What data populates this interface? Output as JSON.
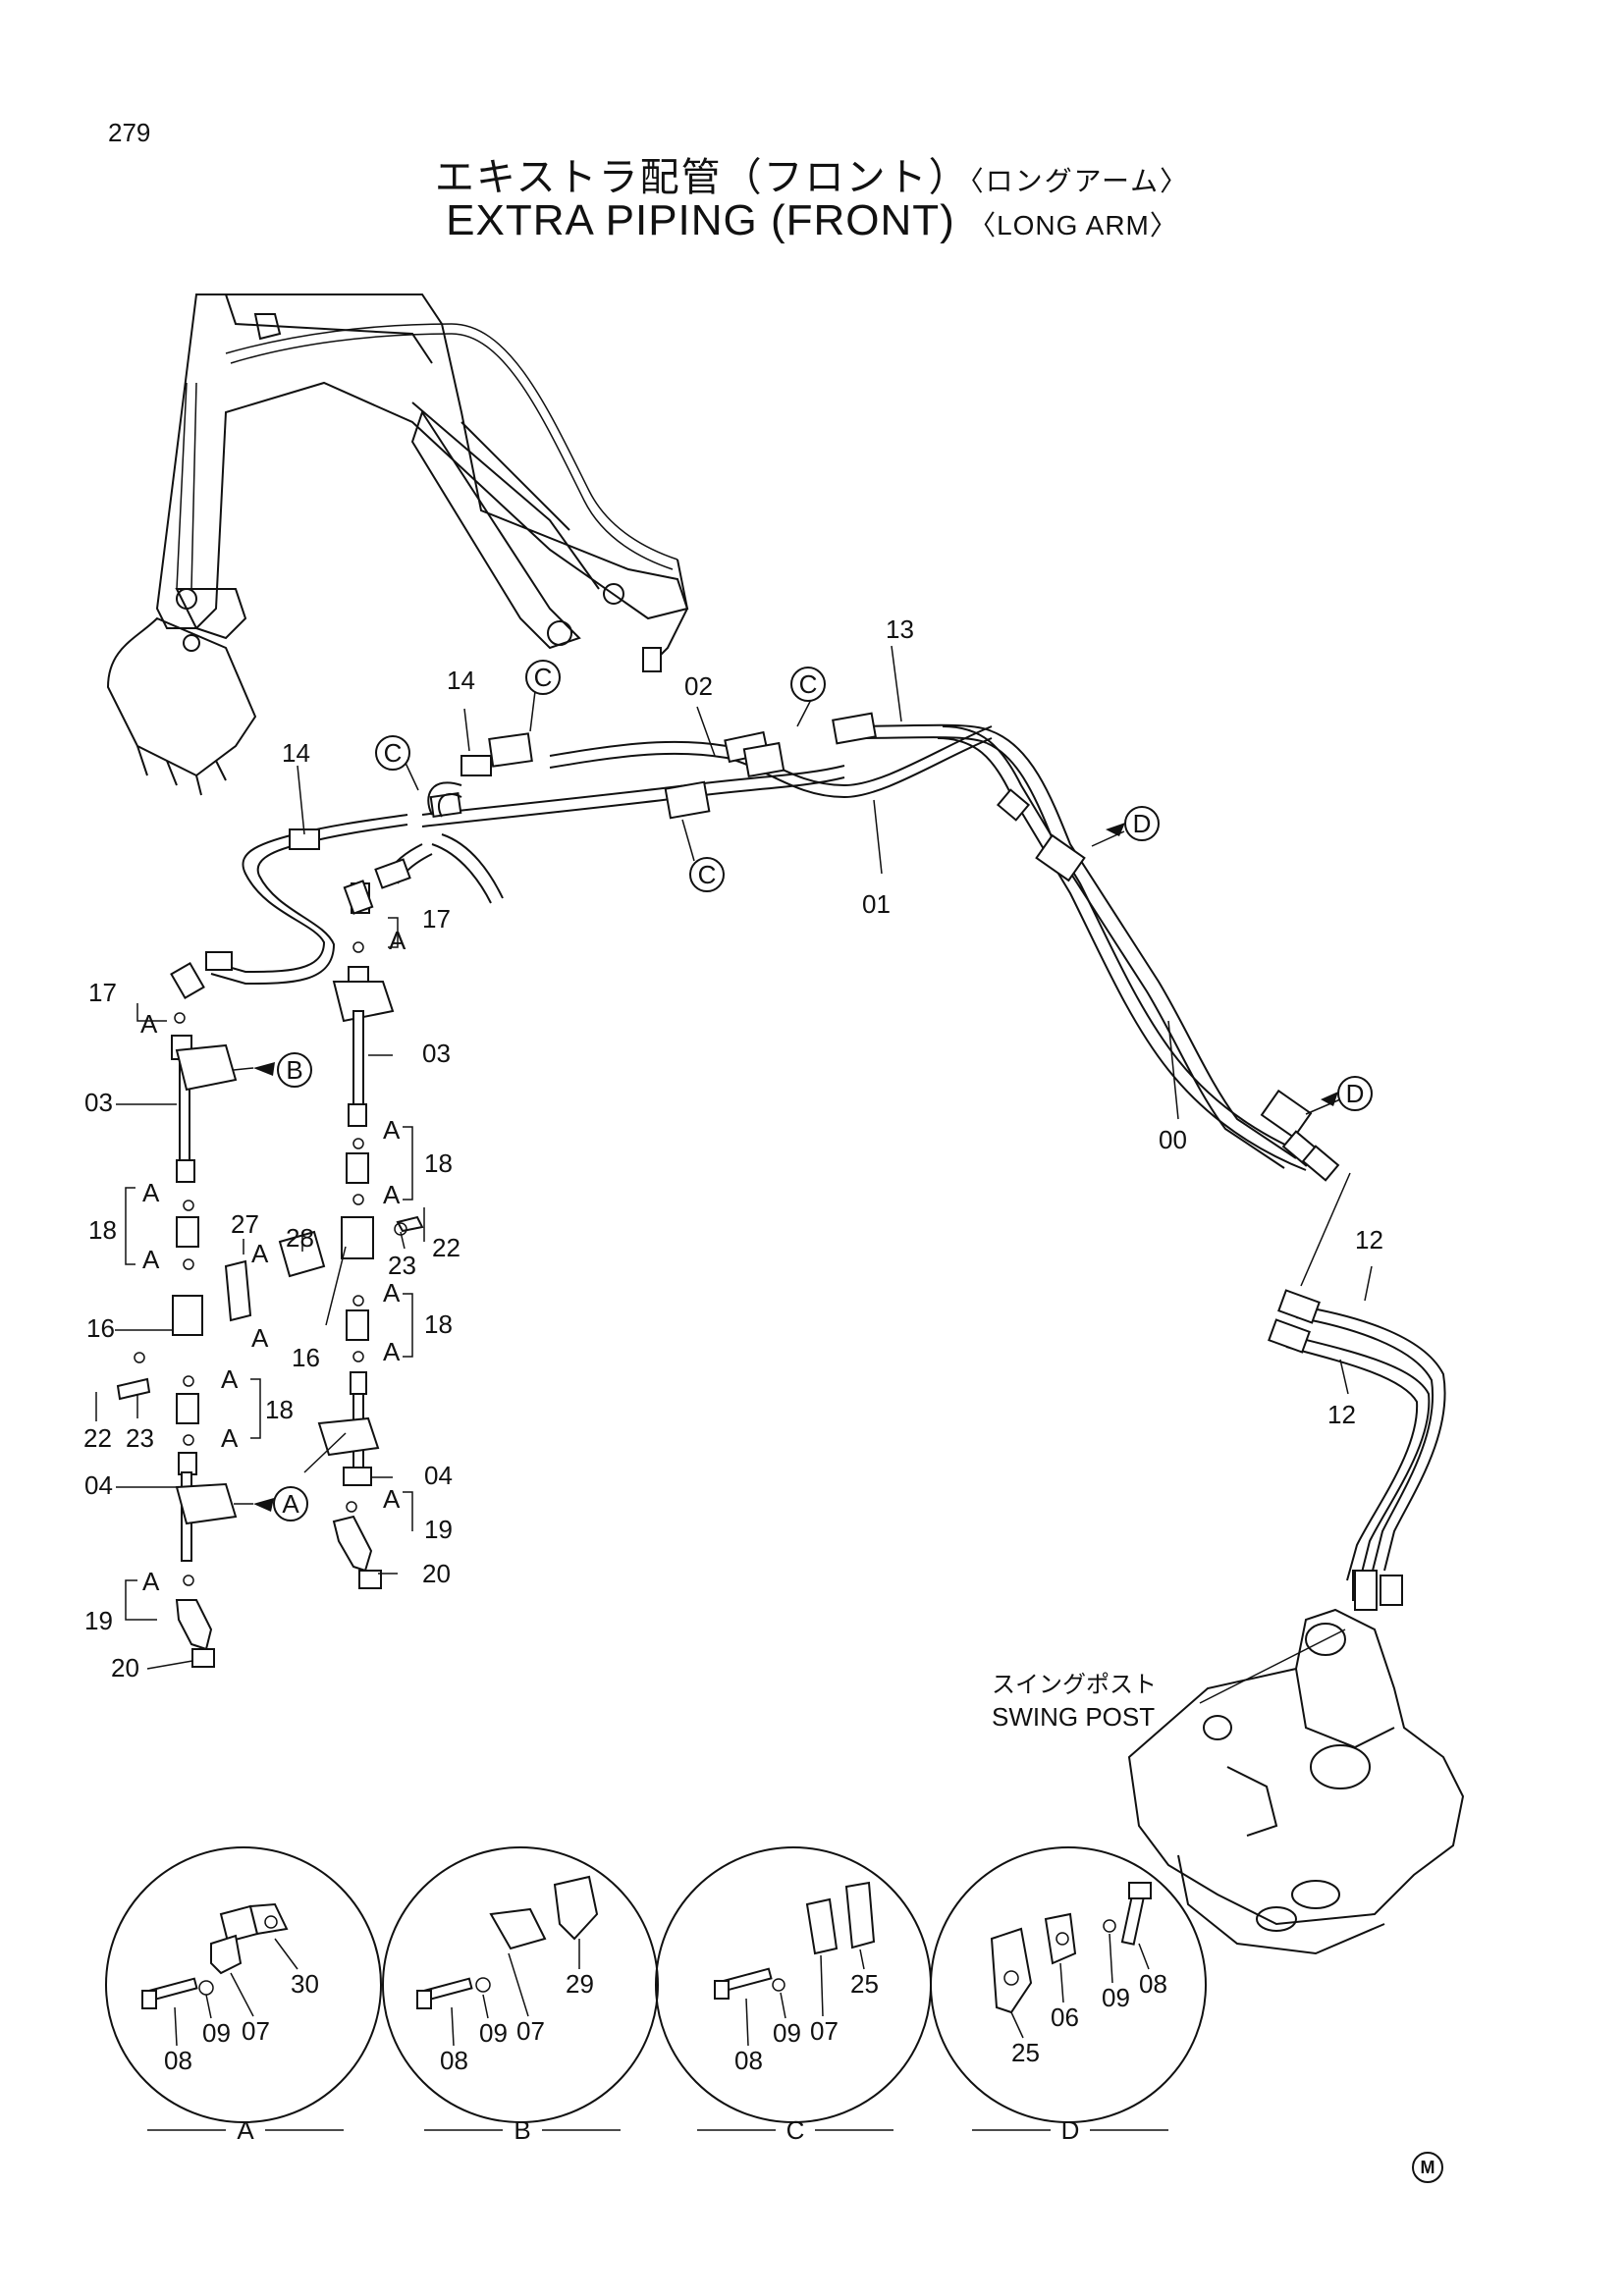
{
  "page_number": "279",
  "title_jp": "エキストラ配管（フロント）",
  "title_jp_sub": "〈ロングアーム〉",
  "title_en": "EXTRA PIPING (FRONT)",
  "title_en_sub": "〈LONG ARM〉",
  "swing_post_jp": "スイングポスト",
  "swing_post_en": "SWING POST",
  "corner_mark": "M",
  "callouts": {
    "c1": "C",
    "c2": "C",
    "c3": "C",
    "c4": "C",
    "d1": "D",
    "d2": "D",
    "b1": "B",
    "a1": "A"
  },
  "a_marks": [
    "A",
    "A",
    "A",
    "A",
    "A",
    "A",
    "A",
    "A",
    "A",
    "A",
    "A",
    "A",
    "A",
    "A"
  ],
  "parts": {
    "p13": "13",
    "p14a": "14",
    "p14b": "14",
    "p02": "02",
    "p01": "01",
    "p00": "00",
    "p12a": "12",
    "p12b": "12",
    "p17a": "17",
    "p17b": "17",
    "p03a": "03",
    "p03b": "03",
    "p18a": "18",
    "p18b": "18",
    "p18c": "18",
    "p18d": "18",
    "p22a": "22",
    "p22b": "22",
    "p23a": "23",
    "p23b": "23",
    "p16a": "16",
    "p16b": "16",
    "p27": "27",
    "p28": "28",
    "p04a": "04",
    "p04b": "04",
    "p19a": "19",
    "p19b": "19",
    "p20a": "20",
    "p20b": "20"
  },
  "details": [
    {
      "name": "A",
      "parts": [
        "08",
        "09",
        "07",
        "30"
      ]
    },
    {
      "name": "B",
      "parts": [
        "08",
        "09",
        "07",
        "29"
      ]
    },
    {
      "name": "C",
      "parts": [
        "08",
        "09",
        "07",
        "25"
      ]
    },
    {
      "name": "D",
      "parts": [
        "25",
        "06",
        "09",
        "08"
      ]
    }
  ]
}
